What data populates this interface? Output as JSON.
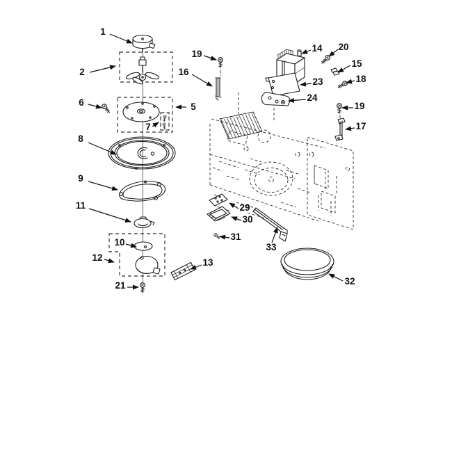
{
  "figure": {
    "kind": "exploded-parts-diagram",
    "subject": "Microwave oven magnetron and turntable exploded parts view",
    "style": "black line art on white"
  },
  "colors": {
    "ink": "#1a1a1a",
    "dashed_line": "#2b2b2b",
    "label": "#111111",
    "background": "#ffffff"
  },
  "callouts": [
    {
      "label": "1",
      "part": "stirrer-motor"
    },
    {
      "label": "2",
      "part": "stirrer-blade-assembly"
    },
    {
      "label": "6",
      "part": "screw"
    },
    {
      "label": "5",
      "part": "stirrer-plate-assembly"
    },
    {
      "label": "7",
      "part": "screw-kit"
    },
    {
      "label": "8",
      "part": "turntable-tray-ring"
    },
    {
      "label": "9",
      "part": "roller-guide-ring"
    },
    {
      "label": "11",
      "part": "turntable-coupler"
    },
    {
      "label": "10",
      "part": "coupler-disc"
    },
    {
      "label": "12",
      "part": "turntable-motor-assembly"
    },
    {
      "label": "21",
      "part": "screw"
    },
    {
      "label": "13",
      "part": "terminal-board"
    },
    {
      "label": "19",
      "part": "screw"
    },
    {
      "label": "16",
      "part": "support-rod"
    },
    {
      "label": "14",
      "part": "high-voltage-transformer"
    },
    {
      "label": "20",
      "part": "screw"
    },
    {
      "label": "15",
      "part": "retaining-clip"
    },
    {
      "label": "23",
      "part": "cover-plate"
    },
    {
      "label": "18",
      "part": "screw"
    },
    {
      "label": "24",
      "part": "mounting-plate"
    },
    {
      "label": "19",
      "part": "screw"
    },
    {
      "label": "17",
      "part": "mounting-bracket"
    },
    {
      "label": "29",
      "part": "terminal-plate"
    },
    {
      "label": "30",
      "part": "waveguide-cover"
    },
    {
      "label": "31",
      "part": "screw"
    },
    {
      "label": "33",
      "part": "support-bar"
    },
    {
      "label": "32",
      "part": "glass-turntable-tray"
    }
  ]
}
